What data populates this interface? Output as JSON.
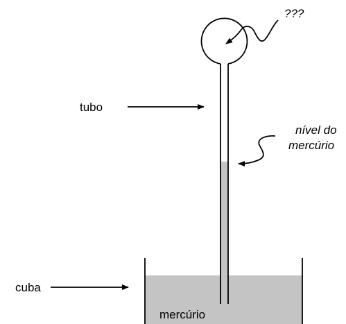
{
  "labels": {
    "unknown": "???",
    "tube": "tubo",
    "level_line1": "nível do",
    "level_line2": "mercúrio",
    "basin": "cuba",
    "mercury": "mercúrio"
  },
  "colors": {
    "mercury": "#c4c4c4",
    "stroke": "#000000",
    "background": "#ffffff"
  }
}
